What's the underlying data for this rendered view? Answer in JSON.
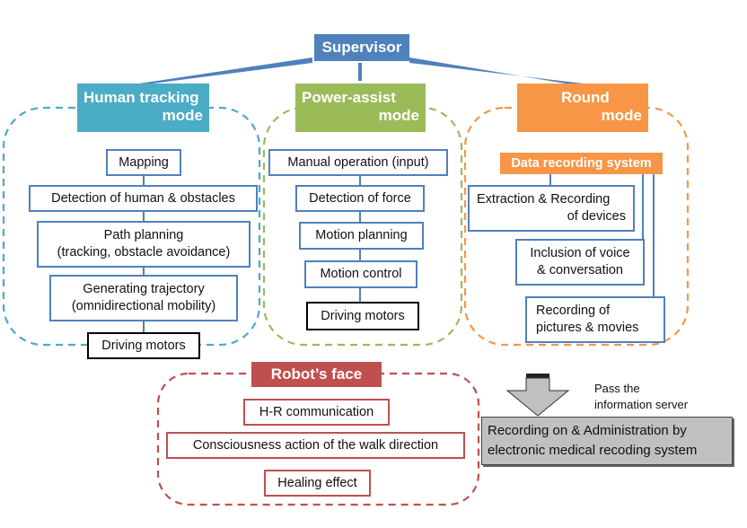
{
  "colors": {
    "supervisor": "#4f81bd",
    "human_tracking": "#4bacc6",
    "power_assist": "#9bbb59",
    "round": "#f79646",
    "robots_face": "#c0504d",
    "box_border": "#4f81bd",
    "server_box": "#c0c0c0"
  },
  "supervisor": {
    "label": "Supervisor"
  },
  "modes": [
    {
      "title_line1": "Human tracking",
      "title_line2": "mode",
      "steps": [
        "Mapping",
        "Detection of human & obstacles",
        "Path planning",
        "(tracking, obstacle avoidance)",
        "Generating trajectory",
        "(omnidirectional mobility)",
        "Driving motors"
      ]
    },
    {
      "title_line1": "Power-assist",
      "title_line2": "mode",
      "steps": [
        "Manual operation (input)",
        "Detection of force",
        "Motion planning",
        "Motion control",
        "Driving motors"
      ]
    },
    {
      "title_line1": "Round",
      "title_line2": "mode",
      "subsystem": "Data recording system",
      "items": [
        "Extraction & Recording",
        "of devices",
        "Inclusion of voice",
        "& conversation",
        "Recording of",
        "pictures & movies"
      ]
    }
  ],
  "robots_face": {
    "title": "Robot’s face",
    "items": [
      "H-R communication",
      "Consciousness action of the walk direction",
      "Healing effect"
    ]
  },
  "server": {
    "arrow_label_line1": "Pass the",
    "arrow_label_line2": "information server",
    "box_line1": "Recording on & Administration by",
    "box_line2": "electronic medical recoding system"
  }
}
